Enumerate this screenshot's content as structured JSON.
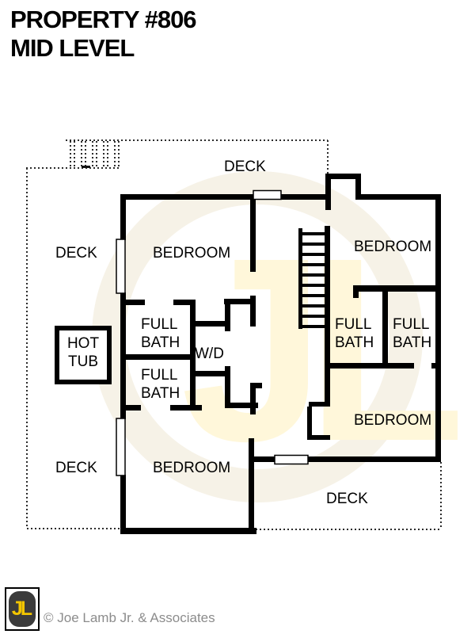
{
  "title": {
    "line1": "PROPERTY #806",
    "line2": "MID LEVEL"
  },
  "plan": {
    "decks": {
      "top": "DECK",
      "left": "DECK",
      "bottom_left": "DECK",
      "bottom_right": "DECK"
    },
    "bedrooms": {
      "top_left": "BEDROOM",
      "top_right": "BEDROOM",
      "bottom_left": "BEDROOM",
      "bottom_right": "BEDROOM"
    },
    "baths": {
      "left_upper": {
        "line1": "FULL",
        "line2": "BATH"
      },
      "left_lower": {
        "line1": "FULL",
        "line2": "BATH"
      },
      "right_inner": {
        "line1": "FULL",
        "line2": "BATH"
      },
      "right_outer": {
        "line1": "FULL",
        "line2": "BATH"
      }
    },
    "laundry": "W/D",
    "hot_tub": {
      "line1": "HOT",
      "line2": "TUB"
    }
  },
  "watermark": {
    "text": "JL"
  },
  "footer": {
    "logo_text": "JL",
    "copyright": "© Joe Lamb Jr. & Associates"
  },
  "colors": {
    "wall": "#000000",
    "watermark_ring": "#f6f2e7",
    "watermark_text": "#fff7da",
    "logo_yellow": "#f2c500",
    "logo_dark": "#3b3b3b",
    "copyright_gray": "#8c8c8c"
  }
}
